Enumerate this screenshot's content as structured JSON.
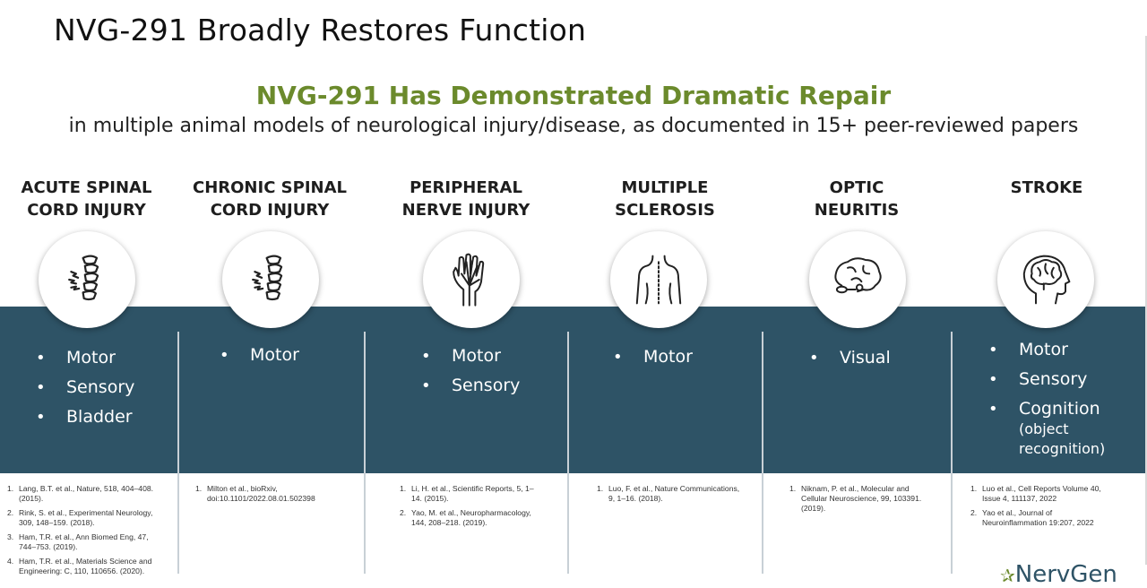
{
  "slide_title": "NVG-291 Broadly Restores Function",
  "headline": "NVG-291 Has Demonstrated Dramatic Repair",
  "subheadline": "in multiple animal models of neurological injury/disease, as documented in 15+ peer-reviewed papers",
  "columns": [
    {
      "title_line1": "ACUTE SPINAL",
      "title_line2": "CORD INJURY",
      "icon": "spine-injury-icon",
      "bullets": [
        "Motor",
        "Sensory",
        "Bladder"
      ],
      "refs": [
        {
          "num": "1.",
          "text": "Lang, B.T. et al., Nature, 518, 404–408. (2015)."
        },
        {
          "num": "2.",
          "text": "Rink, S. et al., Experimental Neurology, 309, 148–159. (2018)."
        },
        {
          "num": "3.",
          "text": "Ham, T.R. et al., Ann Biomed Eng, 47, 744–753. (2019)."
        },
        {
          "num": "4.",
          "text": "Ham, T.R. et al., Materials Science and Engineering: C, 110, 110656. (2020)."
        }
      ]
    },
    {
      "title_line1": "CHRONIC SPINAL",
      "title_line2": "CORD INJURY",
      "icon": "spine-injury-icon",
      "bullets": [
        "Motor"
      ],
      "refs": [
        {
          "num": "1.",
          "text": "Milton et al., bioRxiv, doi:10.1101/2022.08.01.502398"
        }
      ]
    },
    {
      "title_line1": "PERIPHERAL",
      "title_line2": "NERVE INJURY",
      "icon": "hand-nerves-icon",
      "bullets": [
        "Motor",
        "Sensory"
      ],
      "refs": [
        {
          "num": "1.",
          "text": "Li, H. et al., Scientific Reports, 5, 1–14. (2015)."
        },
        {
          "num": "2.",
          "text": "Yao, M. et al., Neuropharmacology, 144, 208–218. (2019)."
        }
      ]
    },
    {
      "title_line1": "MULTIPLE",
      "title_line2": "SCLEROSIS",
      "icon": "human-back-spine-icon",
      "bullets": [
        "Motor"
      ],
      "refs": [
        {
          "num": "1.",
          "text": "Luo, F. et al., Nature Communications, 9, 1–16. (2018)."
        }
      ]
    },
    {
      "title_line1": "OPTIC",
      "title_line2": "NEURITIS",
      "icon": "brain-eye-icon",
      "bullets": [
        "Visual"
      ],
      "refs": [
        {
          "num": "1.",
          "text": "Niknam, P. et al., Molecular and Cellular Neuroscience, 99, 103391. (2019)."
        }
      ]
    },
    {
      "title_line1": "STROKE",
      "title_line2": "",
      "icon": "head-brain-icon",
      "bullets": [
        "Motor",
        "Sensory",
        "Cognition"
      ],
      "bullet_sub": "(object recognition)",
      "refs": [
        {
          "num": "1.",
          "text": "Luo et al., Cell Reports Volume 40, Issue 4, 111137, 2022"
        },
        {
          "num": "2.",
          "text": "Yao et al., Journal of Neuroinflammation 19:207, 2022"
        }
      ]
    }
  ],
  "logo_text": "NervGen",
  "colors": {
    "band": "#2e5366",
    "headline_green": "#6b8a2c",
    "text_dark": "#222222"
  }
}
